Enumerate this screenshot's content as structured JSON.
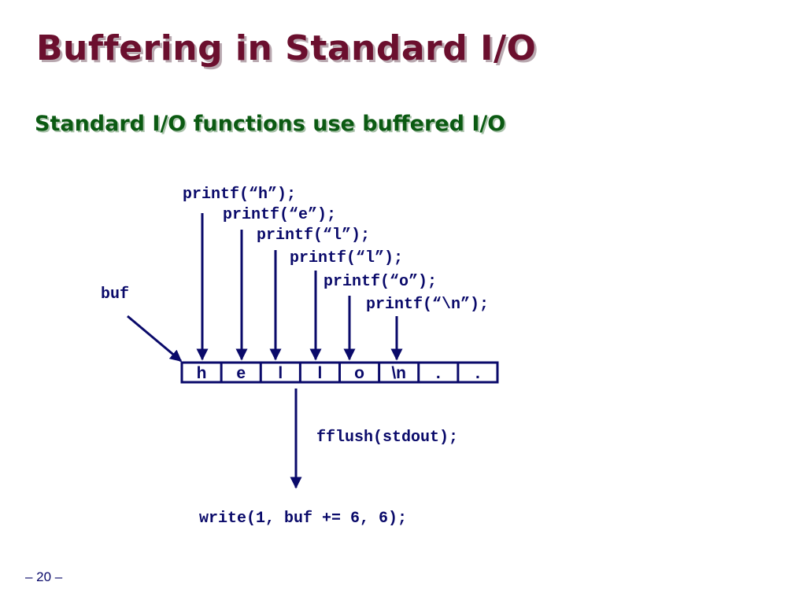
{
  "slide": {
    "title": "Buffering in Standard I/O",
    "subtitle": "Standard I/O functions use buffered I/O",
    "page_number": "– 20 –"
  },
  "diagram": {
    "buf_label": "buf",
    "printf_calls": [
      "printf(“h”);",
      "printf(“e”);",
      "printf(“l”);",
      "printf(“l”);",
      "printf(“o”);",
      "printf(“\\n”);"
    ],
    "buffer_cells": [
      "h",
      "e",
      "l",
      "l",
      "o",
      "\\n",
      ".",
      "."
    ],
    "fflush_call": "fflush(stdout);",
    "write_call": "write(1, buf += 6, 6);"
  },
  "colors": {
    "title": "#6b0f2e",
    "subtitle": "#0b5a12",
    "diagram": "#0a0a6a"
  }
}
